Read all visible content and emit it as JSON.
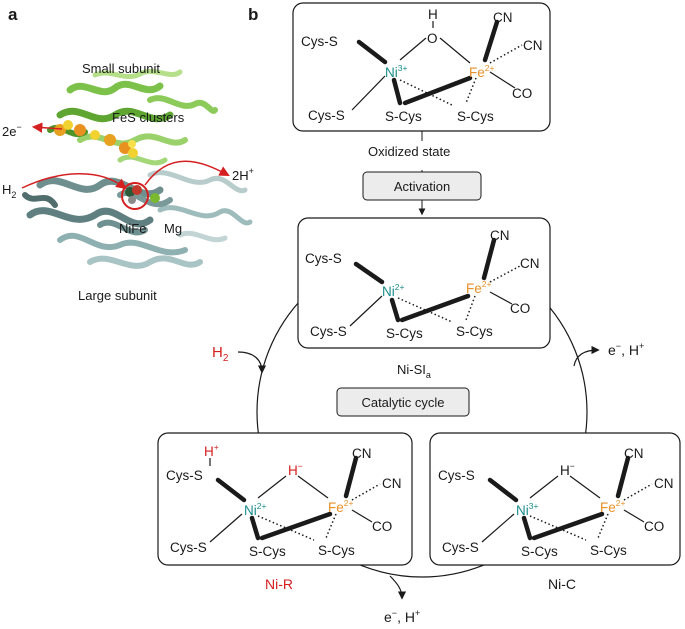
{
  "panel_a": {
    "letter": "a",
    "small_subunit": "Small subunit",
    "fes_clusters": "FeS clusters",
    "electron_out": "2e",
    "electron_sign": "−",
    "h2_label": "H",
    "h2_sub": "2",
    "proton_out": "2H",
    "proton_sign": "+",
    "nife": "NiFe",
    "mg": "Mg",
    "large_subunit": "Large subunit"
  },
  "panel_b": {
    "letter": "b",
    "oxidized_state": "Oxidized state",
    "activation": "Activation",
    "catalytic_cycle": "Catalytic cycle",
    "ni_si_main": "Ni-SI",
    "ni_si_sub": "a",
    "ni_r": "Ni-R",
    "ni_c": "Ni-C",
    "h2_in": "H",
    "h2_in_sub": "2",
    "out_top_e": "e",
    "out_top_eminus": "−",
    "out_top_h": ", H",
    "out_top_hplus": "+",
    "out_bot_e": "e",
    "out_bot_eminus": "−",
    "out_bot_h": ", H",
    "out_bot_hplus": "+"
  },
  "structures": {
    "oxidized": {
      "cys1": "Cys-S",
      "cys2": "Cys-S",
      "scys1": "S-Cys",
      "scys2": "S-Cys",
      "ni": "Ni",
      "ni_charge": "3+",
      "fe": "Fe",
      "fe_charge": "2+",
      "cn1": "CN",
      "cn2": "CN",
      "co": "CO",
      "bridge_o": "O",
      "bridge_h": "H"
    },
    "nisi": {
      "cys1": "Cys-S",
      "cys2": "Cys-S",
      "scys1": "S-Cys",
      "scys2": "S-Cys",
      "ni": "Ni",
      "ni_charge": "2+",
      "fe": "Fe",
      "fe_charge": "2+",
      "cn1": "CN",
      "cn2": "CN",
      "co": "CO"
    },
    "nir": {
      "cys1": "Cys-S",
      "cys2": "Cys-S",
      "scys1": "S-Cys",
      "scys2": "S-Cys",
      "ni": "Ni",
      "ni_charge": "2+",
      "fe": "Fe",
      "fe_charge": "2+",
      "cn1": "CN",
      "cn2": "CN",
      "co": "CO",
      "hydride": "H",
      "hydride_charge": "−",
      "proton": "H",
      "proton_charge": "+"
    },
    "nic": {
      "cys1": "Cys-S",
      "cys2": "Cys-S",
      "scys1": "S-Cys",
      "scys2": "S-Cys",
      "ni": "Ni",
      "ni_charge": "3+",
      "fe": "Fe",
      "fe_charge": "2+",
      "cn1": "CN",
      "cn2": "CN",
      "co": "CO",
      "hydride": "H",
      "hydride_charge": "−"
    }
  },
  "colors": {
    "ni": "#1a8c8c",
    "fe": "#e8902a",
    "red": "#d42020",
    "box_fill": "#ececec",
    "small_subunit": "#6fbf3f",
    "large_subunit": "#8fb0b0"
  }
}
